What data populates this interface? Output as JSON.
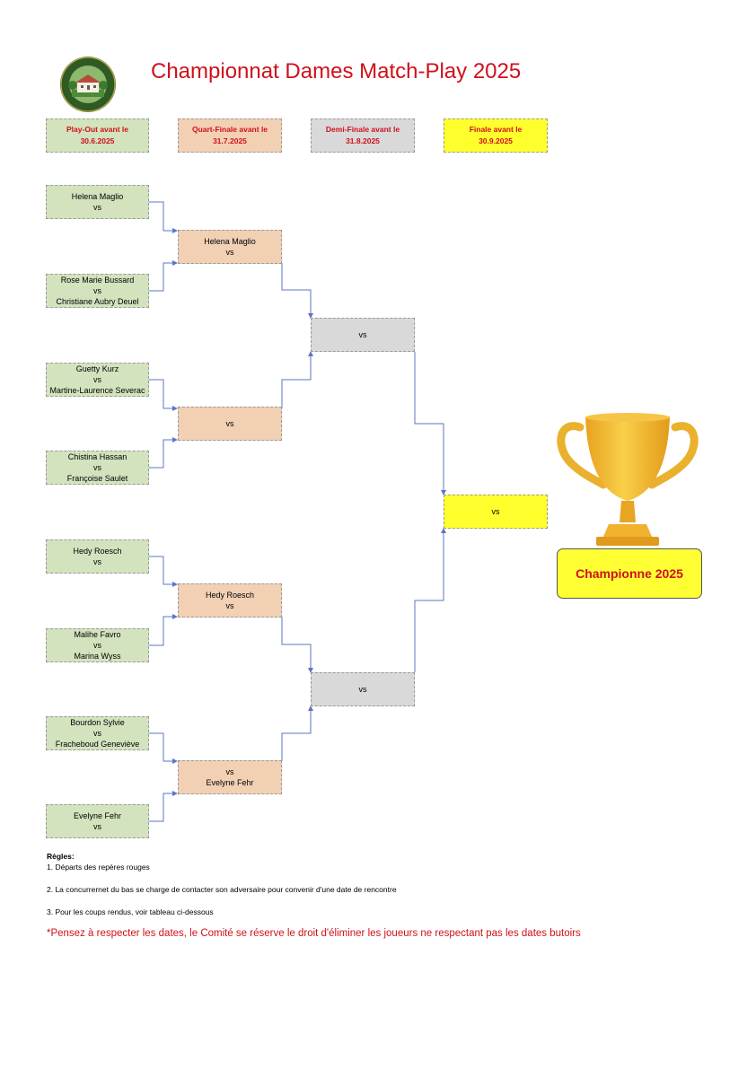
{
  "title": "Championnat Dames Match-Play 2025",
  "logo": {
    "icon": "club-crest-logo",
    "colors": {
      "ring": "#2e5b23",
      "inner": "#8fb86f",
      "house": "#f4f0e6",
      "roof": "#b84a3a"
    }
  },
  "rounds": [
    {
      "line1": "Play-Out avant le",
      "line2": "30.6.2025"
    },
    {
      "line1": "Quart-Finale avant le",
      "line2": "31.7.2025"
    },
    {
      "line1": "Demi-Finale avant le",
      "line2": "31.8.2025"
    },
    {
      "line1": "Finale avant le",
      "line2": "30.9.2025"
    }
  ],
  "playout": [
    {
      "lines": [
        "Helena Maglio",
        "vs"
      ]
    },
    {
      "lines": [
        "Rose Marie Bussard",
        "vs",
        "Christiane Aubry Deuel"
      ]
    },
    {
      "lines": [
        "Guetty Kurz",
        "vs",
        "Martine-Laurence Severac"
      ]
    },
    {
      "lines": [
        "Chistina Hassan",
        "vs",
        "Françoise Saulet"
      ]
    },
    {
      "lines": [
        "Hedy Roesch",
        "vs"
      ]
    },
    {
      "lines": [
        "Malihe Favro",
        "vs",
        "Marina Wyss"
      ]
    },
    {
      "lines": [
        "Bourdon Sylvie",
        "vs",
        "Fracheboud Geneviève"
      ]
    },
    {
      "lines": [
        "Evelyne Fehr",
        "vs"
      ]
    }
  ],
  "quarter": [
    {
      "lines": [
        "Helena Maglio",
        "vs"
      ]
    },
    {
      "lines": [
        "vs"
      ]
    },
    {
      "lines": [
        "Hedy Roesch",
        "vs"
      ]
    },
    {
      "lines": [
        "vs",
        "Evelyne Fehr"
      ]
    }
  ],
  "semi": [
    {
      "lines": [
        "vs"
      ]
    },
    {
      "lines": [
        "vs"
      ]
    }
  ],
  "final": {
    "lines": [
      "vs"
    ]
  },
  "trophy": {
    "icon": "trophy-icon",
    "label": "Championne 2025"
  },
  "rules": {
    "heading": "Règles:",
    "items": [
      "1. Départs des repères rouges",
      "2. La concurrernet du bas se charge de contacter son adversaire pour convenir d'une date de rencontre",
      "3. Pour les coups rendus, voir tableau ci-dessous"
    ],
    "note": "*Pensez à respecter les dates, le Comité se réserve le droit d'éliminer les joueurs ne respectant pas les dates butoirs"
  },
  "colors": {
    "title": "#d0101b",
    "playout": "#d2e3be",
    "quarter": "#f2d0b4",
    "semi": "#d9d9d9",
    "final": "#ffff2e",
    "connector": "#5b76c6"
  }
}
